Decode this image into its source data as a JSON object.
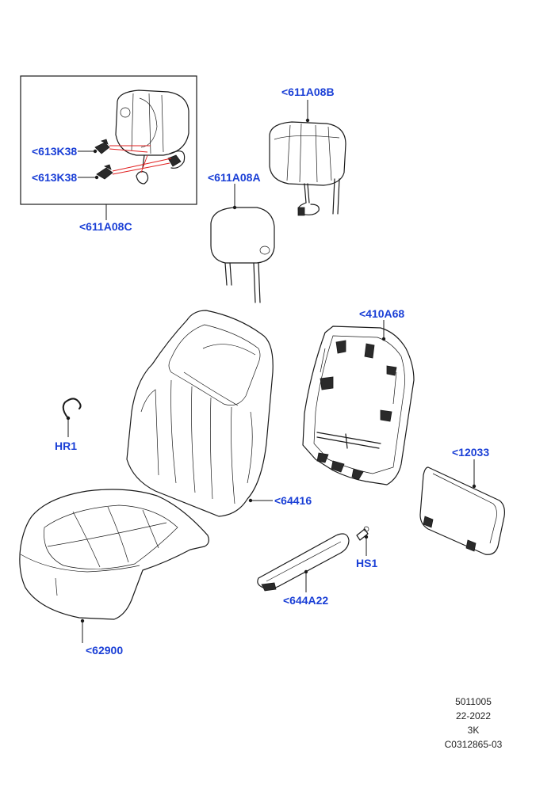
{
  "callouts": {
    "k38_upper": "<613K38",
    "k38_lower": "<613K38",
    "a08c": "<611A08C",
    "a08b": "<611A08B",
    "a08a": "<611A08A",
    "a68": "<410A68",
    "hr1": "HR1",
    "p64416": "<64416",
    "p12033": "<12033",
    "hs1": "HS1",
    "p644a22": "<644A22",
    "p62900": "<62900"
  },
  "reference_block": {
    "line1": "5011005",
    "line2": "22-2022",
    "line3": "3K",
    "line4": "C0312865-03"
  },
  "colors": {
    "callout": "#1a3fd6",
    "line": "#1a1a1a",
    "highlight": "#e02020"
  }
}
